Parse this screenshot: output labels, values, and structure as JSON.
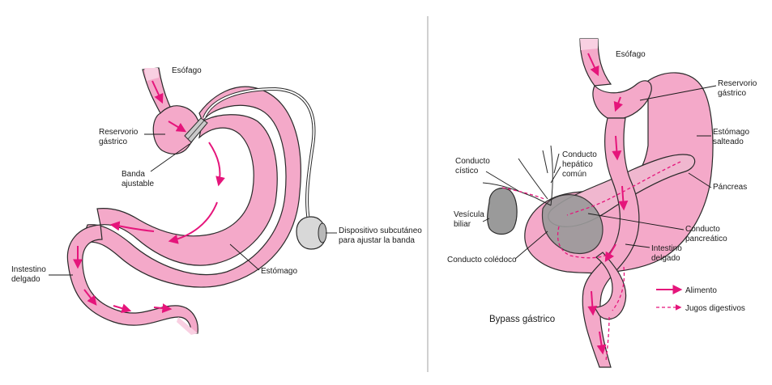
{
  "colors": {
    "organ_fill": "#f4a9c9",
    "organ_light": "#f9d0e2",
    "food_arrow": "#e5157b",
    "outline": "#2a2a2a",
    "divider": "#d0d0d0",
    "gray_organ": "#9a9a9a",
    "pancreas": "#f0b7cf"
  },
  "left_panel": {
    "labels": {
      "esofago": "Esófago",
      "reservorio_1": "Reservorio",
      "reservorio_2": "gástrico",
      "banda_1": "Banda",
      "banda_2": "ajustable",
      "intestino_1": "Instestino",
      "intestino_2": "delgado",
      "estomago": "Estómago",
      "dispositivo_1": "Dispositivo subcutáneo",
      "dispositivo_2": "para ajustar la banda"
    }
  },
  "right_panel": {
    "title": "Bypass gástrico",
    "labels": {
      "esofago": "Esófago",
      "reservorio_1": "Reservorio",
      "reservorio_2": "gástrico",
      "estomago_1": "Estómago",
      "estomago_2": "salteado",
      "pancreas": "Páncreas",
      "conducto_pancreatico_1": "Conducto",
      "conducto_pancreatico_2": "pancreático",
      "intestino_1": "Intestino",
      "intestino_2": "delgado",
      "conducto_cistico_1": "Conducto",
      "conducto_cistico_2": "cístico",
      "hepatico_1": "Conducto",
      "hepatico_2": "hepático",
      "hepatico_3": "común",
      "vesicula_1": "Vesícula",
      "vesicula_2": "biliar",
      "coledoco": "Conducto colédoco"
    },
    "legend": {
      "alimento": "Alimento",
      "jugos": "Jugos digestivos"
    }
  }
}
